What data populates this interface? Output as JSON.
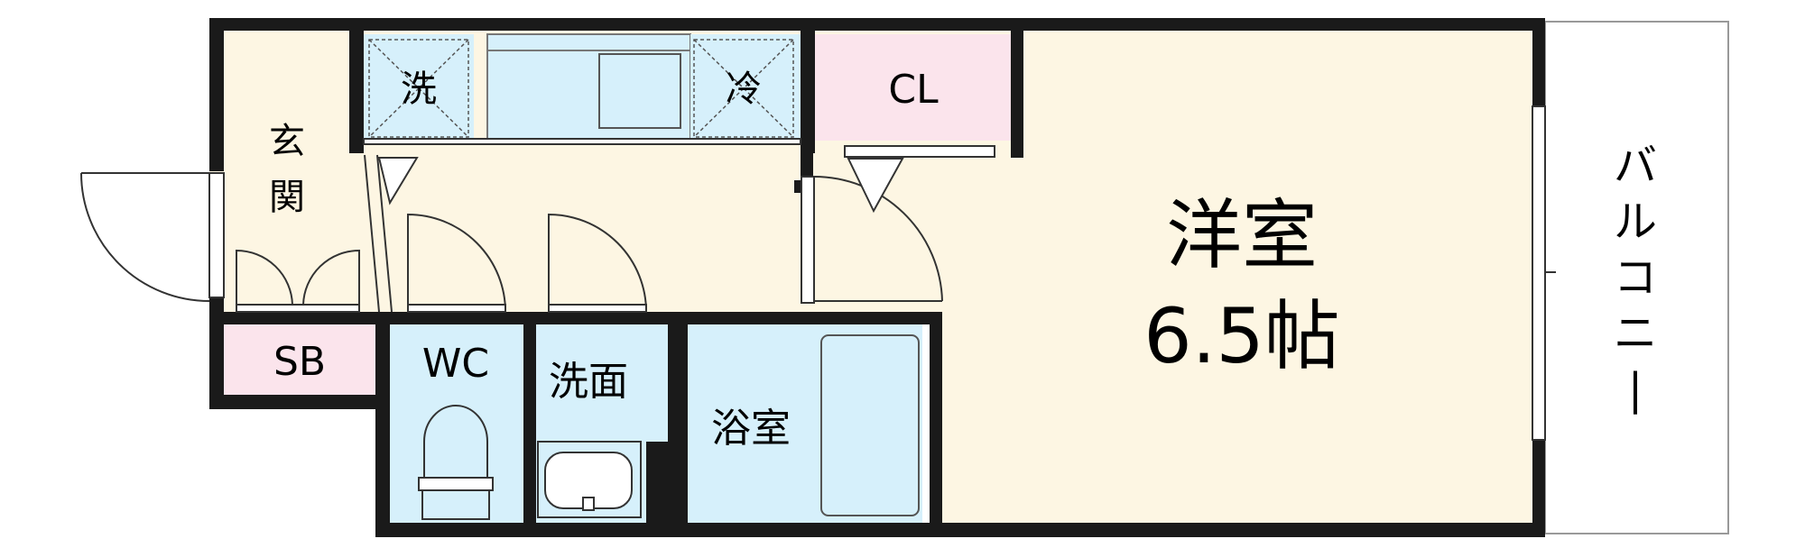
{
  "rooms": {
    "entrance": "玄関",
    "laundry": "洗",
    "fridge": "冷",
    "closet": "CL",
    "western_room": "洋室",
    "western_room_size": "6.5帖",
    "balcony": "バルコニー",
    "shoe_box": "SB",
    "toilet": "WC",
    "washroom": "洗面",
    "bathroom": "浴室"
  },
  "colors": {
    "wall": "#1a1a1a",
    "floor": "#fdf6e3",
    "wet_area": "#d6f0fb",
    "storage": "#fbe4ec",
    "balcony": "#ffffff"
  }
}
